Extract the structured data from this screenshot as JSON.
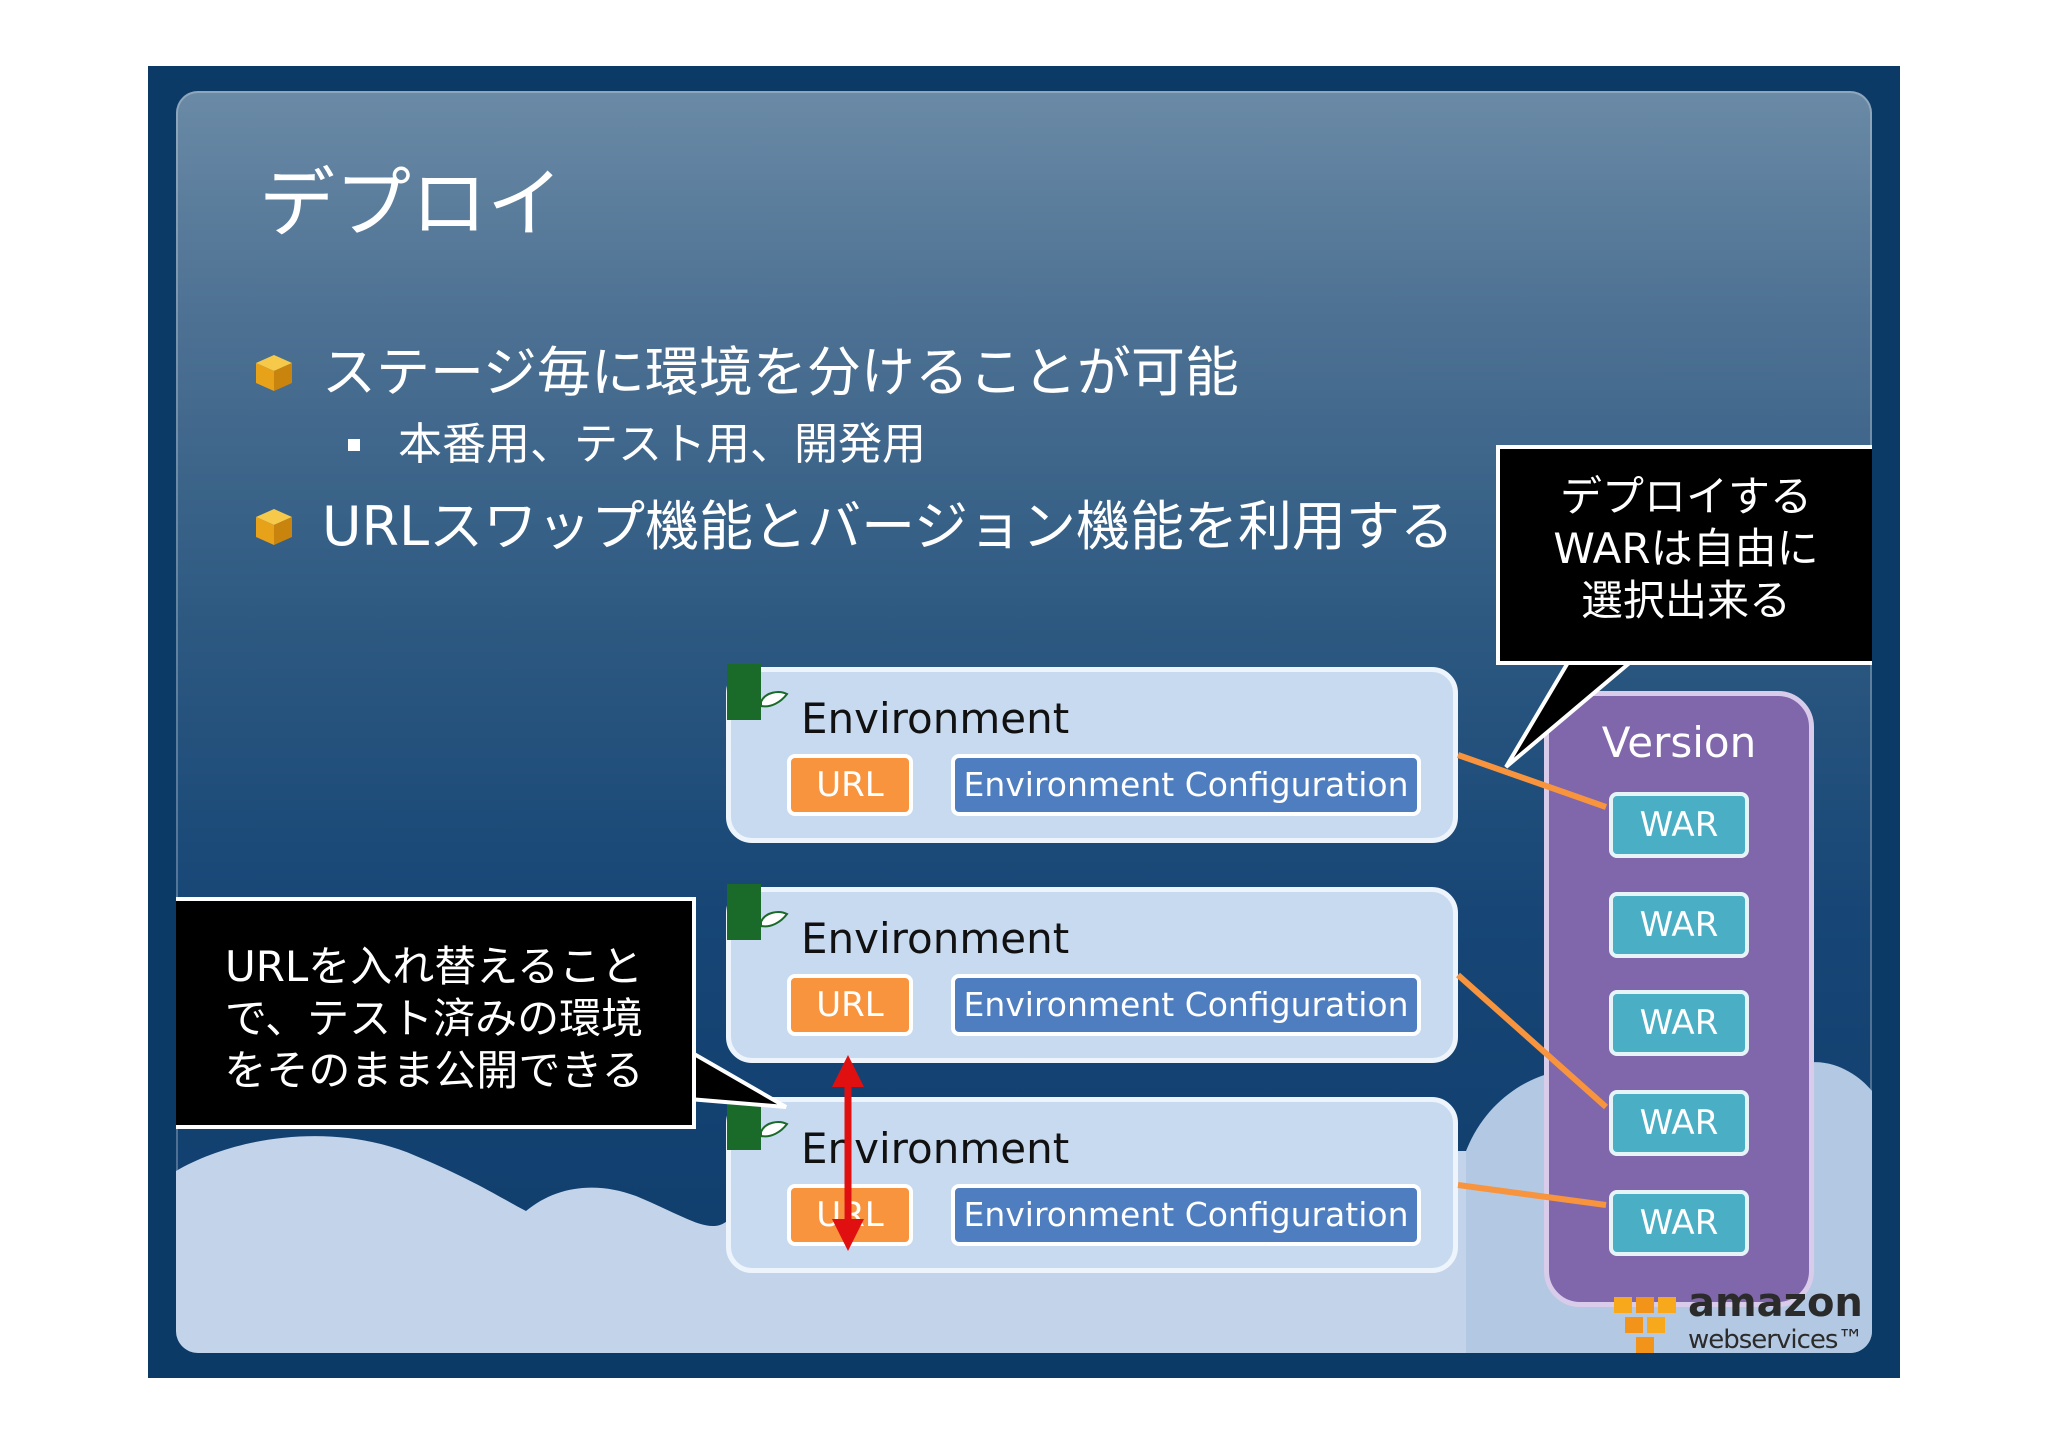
{
  "slide": {
    "title": "デプロイ",
    "bullets": [
      "ステージ毎に環境を分けることが可能",
      "URLスワップ機能とバージョン機能を利用する"
    ],
    "sub_bullets": [
      "本番用、テスト用、開発用"
    ]
  },
  "environments": [
    {
      "label": "Environment",
      "url": "URL",
      "config": "Environment Configuration"
    },
    {
      "label": "Environment",
      "url": "URL",
      "config": "Environment Configuration"
    },
    {
      "label": "Environment",
      "url": "URL",
      "config": "Environment Configuration"
    }
  ],
  "version": {
    "label": "Version",
    "wars": [
      "WAR",
      "WAR",
      "WAR",
      "WAR",
      "WAR"
    ]
  },
  "callouts": {
    "deploy_lines": [
      "デプロイする",
      "WARは自由に",
      "選択出来る"
    ],
    "swap_lines": [
      "URLを入れ替えること",
      "で、テスト済みの環境",
      "をそのまま公開できる"
    ]
  },
  "logo": {
    "brand": "amazon",
    "sub": "webservices™"
  },
  "colors": {
    "slide_border": "#0c3a66",
    "url_orange": "#f7943d",
    "config_blue": "#4f7ec0",
    "version_purple": "#8066aa",
    "war_teal": "#4aaec4",
    "swap_arrow_red": "#e01010",
    "link_orange": "#f7943d",
    "bullet_gold": "#f2b01e"
  },
  "icons": {
    "bullet": "cube-icon",
    "environment": "beanstalk-leaf-icon"
  }
}
